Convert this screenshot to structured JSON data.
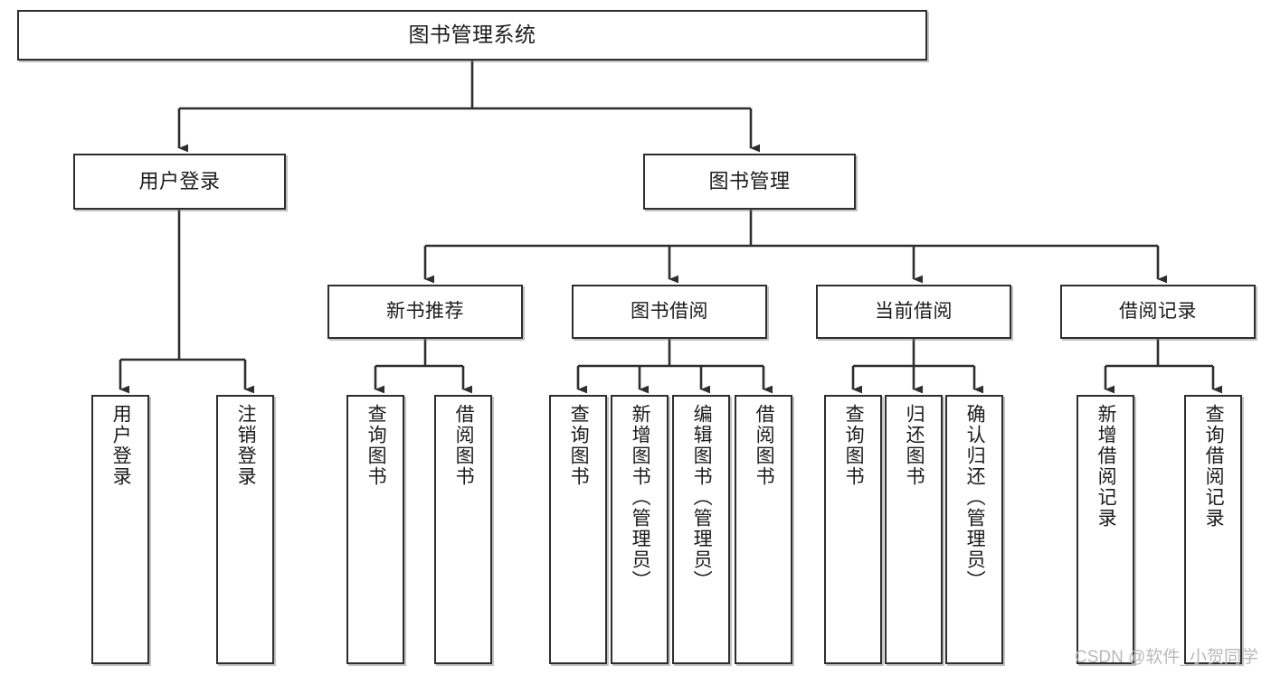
{
  "diagram": {
    "title": "图书管理系统",
    "type": "tree-hierarchy-chart",
    "colors": {
      "node_border": "#2e2e2e",
      "node_fill": "#ffffff",
      "connector": "#2e2e2e",
      "text": "#1b1b1b",
      "watermark": "#b9b9b9"
    },
    "root": {
      "label": "图书管理系统"
    },
    "level2": [
      {
        "label": "用户登录"
      },
      {
        "label": "图书管理"
      }
    ],
    "level3": [
      {
        "label": "新书推荐"
      },
      {
        "label": "图书借阅"
      },
      {
        "label": "当前借阅"
      },
      {
        "label": "借阅记录"
      }
    ],
    "leaves": {
      "user_login": [
        {
          "label": "用户登录"
        },
        {
          "label": "注销登录"
        }
      ],
      "new_book_recommend": [
        {
          "label": "查询图书"
        },
        {
          "label": "借阅图书"
        }
      ],
      "book_borrow": [
        {
          "label": "查询图书"
        },
        {
          "label": "新增图书（管理员）"
        },
        {
          "label": "编辑图书（管理员）"
        },
        {
          "label": "借阅图书"
        }
      ],
      "current_borrow": [
        {
          "label": "查询图书"
        },
        {
          "label": "归还图书"
        },
        {
          "label": "确认归还（管理员）"
        }
      ],
      "borrow_record": [
        {
          "label": "新增借阅记录"
        },
        {
          "label": "查询借阅记录"
        }
      ]
    }
  },
  "watermark": {
    "text": "CSDN @软件_小贺同学"
  }
}
